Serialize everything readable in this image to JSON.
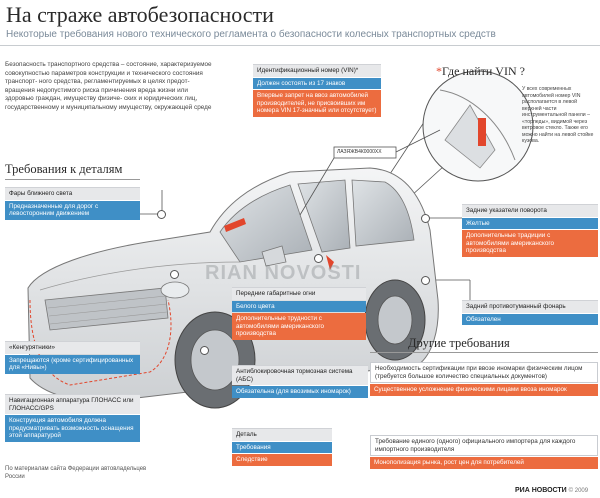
{
  "header": {
    "title": "На страже автобезопасности",
    "subtitle": "Некоторые требования нового технического регламента о безопасности колесных транспортных средств"
  },
  "intro": "Безопасность транспортного средства – состояние, характеризуемое совокупностью параметров конструкции и технического состояния транспорт- ного средства, регламентируемых в целях предот- вращения недопустимого риска причинения вреда жизни или здоровью граждан, имуществу физиче- ских и юридических лиц, государственному и муниципальному имуществу, окружающей среде",
  "sections": {
    "details": "Требования к деталям",
    "other": "Другие требования"
  },
  "vin": {
    "title": "Где найти VIN ?",
    "asterisk": "*",
    "note": "У всех современных автомобилей номер VIN располагается в левой верхней части инструментальной панели – «торпеды», видимой через ветровое стекло. Также его можно найти на левой стойке кузова.",
    "box": {
      "header": "Идентификационный номер (VIN)*",
      "blue": "Должен состоять из 17 знаков",
      "orange": "Впервые запрет на ввоз автомобилей производителей, не присвоивших им номера VIN 17-значный или отсутствует)"
    }
  },
  "boxes": {
    "headlights": {
      "header": "Фары ближнего света",
      "blue": "Предназначенные для дорог с левосторонним движением"
    },
    "kenguryatnik": {
      "header": "«Кенгурятники»",
      "blue": "Запрещаются (кроме сертифицированных для «Нивы»)"
    },
    "glonass": {
      "header": "Навигационная аппаратура ГЛОНАСС или ГЛОНАСС/GPS",
      "blue": "Конструкция автомобиля должна предусматривать возможность оснащения этой аппаратурой"
    },
    "turn_signals": {
      "header": "Задние указатели поворота",
      "blue": "Желтые",
      "orange": "Дополнительные традиции с автомобилями американского производства"
    },
    "side_lights": {
      "header": "Передние габаритные огни",
      "blue": "Белого цвета",
      "orange": "Дополнительные трудности с автомобилями американского производства"
    },
    "abs": {
      "header": "Антиблокировочная тормозная система (АБС)",
      "blue": "Обязательна (для ввозимых иномарок)"
    },
    "fog_lamp": {
      "header": "Задний противотуманный фонарь",
      "blue": "Обязателен"
    }
  },
  "legend": {
    "header": "Деталь",
    "blue": "Требования",
    "orange": "Следствие"
  },
  "other": {
    "cert": {
      "header": "Необходимость сертификации при ввозе иномарки физическим лицом (требуется большое количество специальных документов)",
      "orange": "Существенное усложнение физическими лицами ввоза иномарок"
    },
    "importer": {
      "header": "Требование единого (одного) официального импортера для каждого импортного производителя",
      "orange": "Монополизация рынка, рост цен для потребителей"
    }
  },
  "vin_plate_label": "ЛАЗЯЖВ4К0000ХХ",
  "watermark": "RIAN NOVOSTI",
  "footer": "По материалам сайта Федерации автовладельцев России",
  "brand": {
    "name": "РИА НОВОСТИ",
    "year": "© 2009"
  },
  "colors": {
    "blue": "#3f8fc6",
    "orange": "#ec6c3f",
    "header_gray": "#e7e8ea",
    "accent_red": "#e2462c"
  }
}
